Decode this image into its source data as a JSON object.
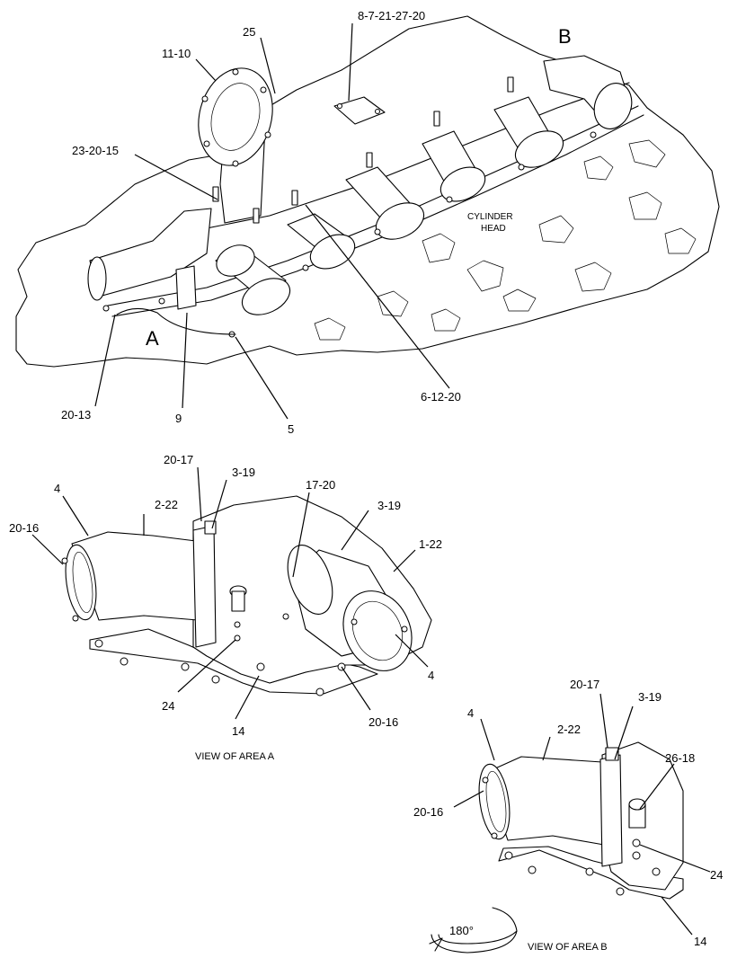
{
  "callouts": {
    "c_8_7_21_27_20": "8-7-21-27-20",
    "c_25": "25",
    "c_11_10": "11-10",
    "c_23_20_15": "23-20-15",
    "c_6_12_20": "6-12-20",
    "c_20_13": "20-13",
    "c_9": "9",
    "c_5": "5"
  },
  "view_letters": {
    "a": "A",
    "b": "B"
  },
  "cylinder_head": {
    "line1": "CYLINDER",
    "line2": "HEAD"
  },
  "view_a": {
    "caption": "VIEW OF AREA  A",
    "labels": {
      "c4": "4",
      "c2_22": "2-22",
      "c20_17": "20-17",
      "c3_19_left": "3-19",
      "c17_20": "17-20",
      "c3_19_right": "3-19",
      "c1_22": "1-22",
      "c20_16_left": "20-16",
      "c24": "24",
      "c14": "14",
      "c20_16_bottom": "20-16",
      "c4_right": "4"
    }
  },
  "view_b": {
    "caption": "VIEW OF AREA  B",
    "rotation": "180°",
    "labels": {
      "c20_17": "20-17",
      "c3_19": "3-19",
      "c4": "4",
      "c2_22": "2-22",
      "c26_18": "26-18",
      "c20_16": "20-16",
      "c24": "24",
      "c14": "14"
    }
  },
  "icons": {
    "rotation_arrow": "rotate-180-arrow-icon"
  }
}
